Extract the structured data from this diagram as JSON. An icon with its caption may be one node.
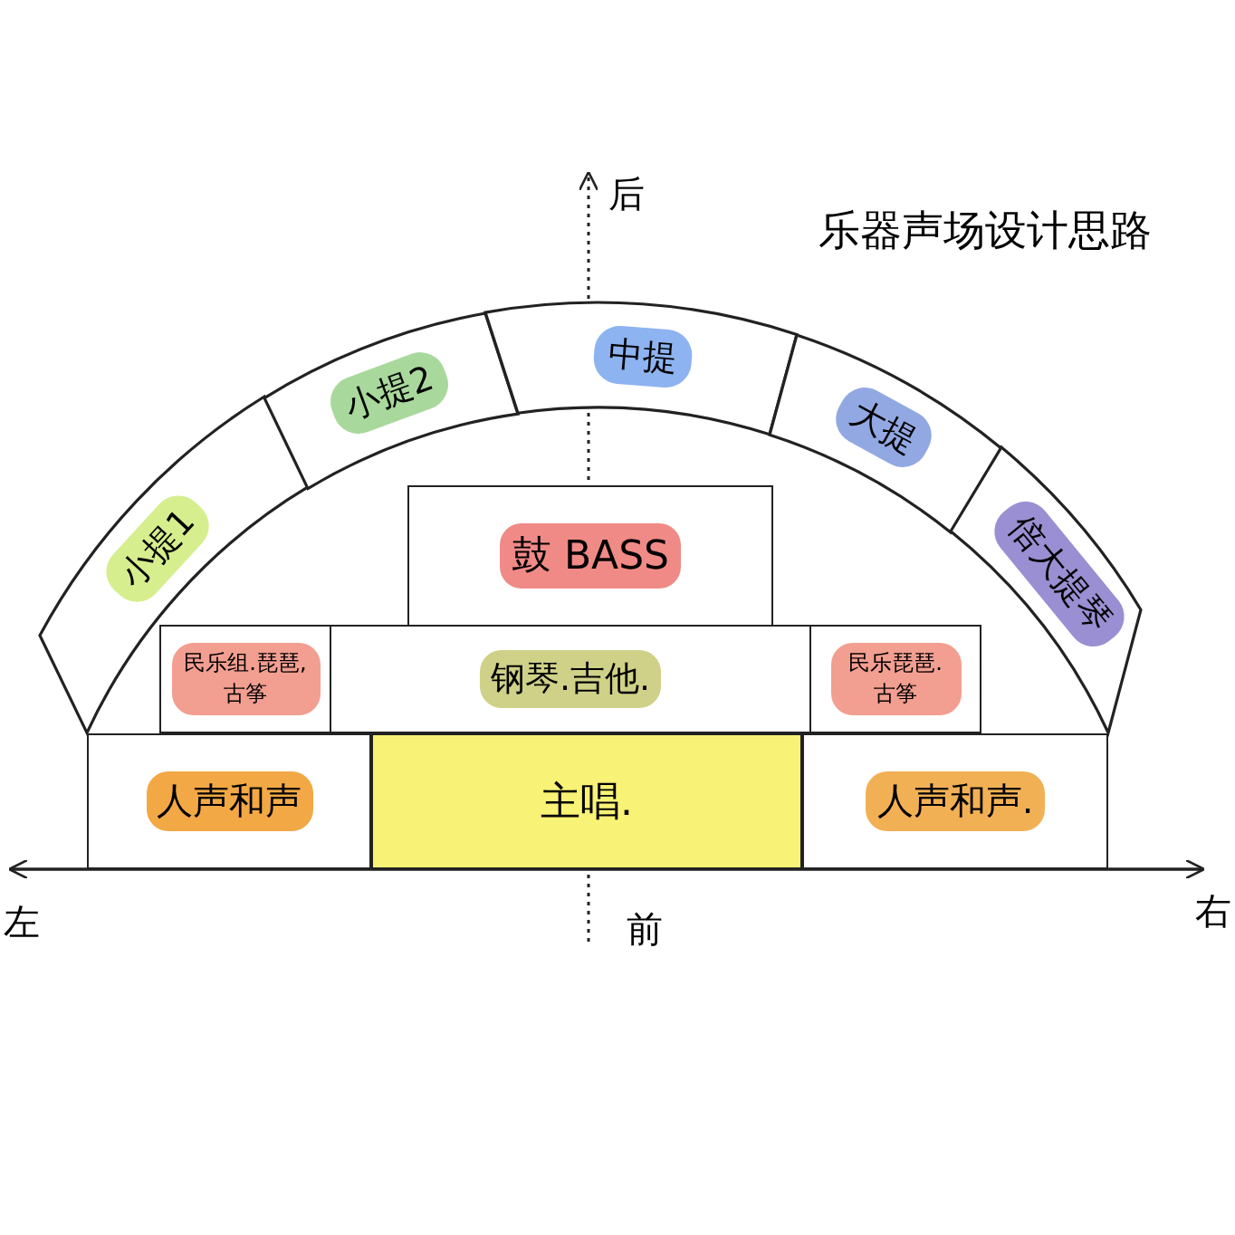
{
  "diagram": {
    "title": "乐器声场设计思路",
    "nodes": [
      {
        "text": [
          "小提1"
        ]
      },
      {
        "text": [
          "小提2"
        ]
      },
      {
        "text": [
          "中提"
        ]
      },
      {
        "text": [
          "大提"
        ]
      },
      {
        "text": [
          "倍大提琴"
        ]
      },
      {
        "text": [
          "鼓 BASS"
        ]
      },
      {
        "text": [
          "民乐组.琵琶,古筝"
        ]
      },
      {
        "text": [
          "钢琴.吉他."
        ]
      },
      {
        "text": [
          "民乐琵琶.古筝"
        ]
      },
      {
        "text": [
          "人声和声"
        ]
      },
      {
        "text": [
          "主唱."
        ]
      },
      {
        "text": [
          "人声和声."
        ]
      }
    ],
    "edges": [],
    "labels": [
      "后",
      "左",
      "前",
      "右"
    ]
  }
}
